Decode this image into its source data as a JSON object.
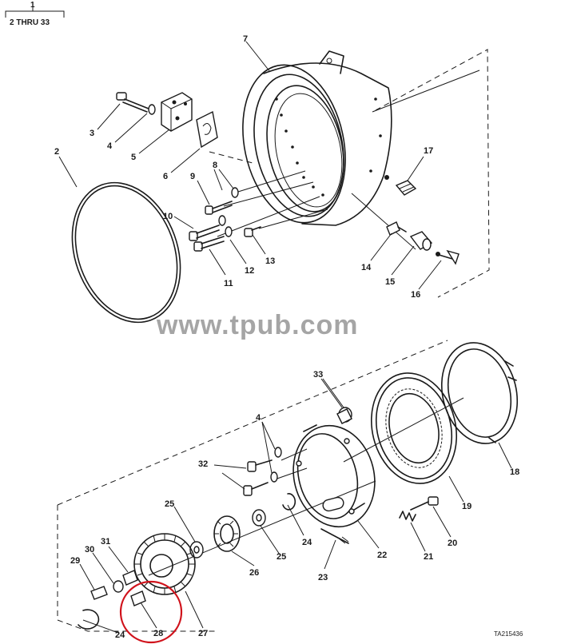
{
  "header": {
    "ref_top": "1",
    "ref_range": "2 THRU 33"
  },
  "watermark": "www.tpub.com",
  "figure_id": "TA215436",
  "highlight_color": "#d0121b",
  "callouts": {
    "c2": "2",
    "c3": "3",
    "c4a": "4",
    "c5": "5",
    "c6": "6",
    "c7": "7",
    "c8": "8",
    "c9": "9",
    "c10": "10",
    "c11": "11",
    "c12": "12",
    "c13": "13",
    "c14": "14",
    "c15": "15",
    "c16": "16",
    "c17": "17",
    "c18": "18",
    "c19": "19",
    "c20": "20",
    "c21": "21",
    "c22": "22",
    "c23": "23",
    "c24a": "24",
    "c24b": "24",
    "c25a": "25",
    "c25b": "25",
    "c26": "26",
    "c27": "27",
    "c28": "28",
    "c29": "29",
    "c30": "30",
    "c31": "31",
    "c32": "32",
    "c33": "33",
    "c4b": "4"
  }
}
